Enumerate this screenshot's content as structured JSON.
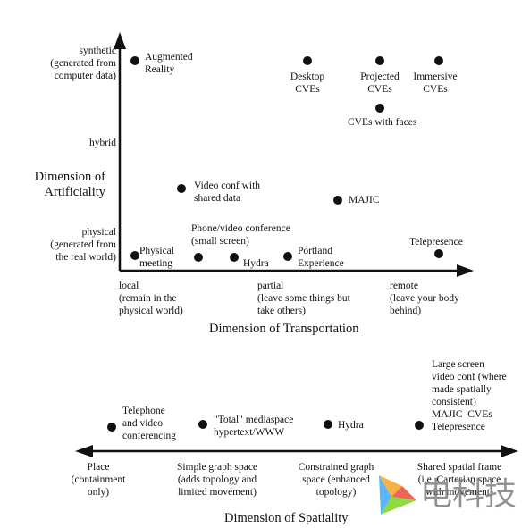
{
  "top_chart": {
    "y_axis_title": "Dimension of\nArtificiality",
    "x_axis_title": "Dimension of Transportation",
    "y_ticks": [
      "synthetic\n(generated from\ncomputer data)",
      "hybrid",
      "physical\n(generated from\nthe real world)"
    ],
    "x_ticks": [
      "local\n(remain in the\nphysical world)",
      "partial\n(leave some things but\ntake others)",
      "remote\n(leave your body\nbehind)"
    ],
    "points": [
      {
        "label": "Augmented\nReality"
      },
      {
        "label": "Desktop\nCVEs"
      },
      {
        "label": "Projected\nCVEs"
      },
      {
        "label": "Immersive\nCVEs"
      },
      {
        "label": "CVEs with faces"
      },
      {
        "label": "Video conf with\nshared data"
      },
      {
        "label": "MAJIC"
      },
      {
        "label": "Phone/video conference\n(small screen)"
      },
      {
        "label": "Physical\nmeeting"
      },
      {
        "label": "Hydra"
      },
      {
        "label": "Portland\nExperience"
      },
      {
        "label": "Telepresence"
      }
    ]
  },
  "bottom_chart": {
    "axis_title": "Dimension of Spatiality",
    "ticks": [
      "Place\n(containment\nonly)",
      "Simple graph space\n(adds topology and\nlimited movement)",
      "Constrained graph\nspace (enhanced\ntopology)",
      "Shared spatial frame\n(i.e. Cartesian space\nwith movement)"
    ],
    "points": [
      {
        "label": "Telephone\nand video\nconferencing"
      },
      {
        "label": "\"Total\" mediaspace\nhypertext/WWW"
      },
      {
        "label": "Hydra"
      },
      {
        "label": "Large screen\nvideo conf (where\nmade spatially\nconsistent)\nMAJIC  CVEs\nTelepresence"
      }
    ]
  },
  "watermark": {
    "text": "电科技",
    "colors": [
      "#f5a623",
      "#e74c3c",
      "#3fa9f5",
      "#7ed321"
    ]
  }
}
